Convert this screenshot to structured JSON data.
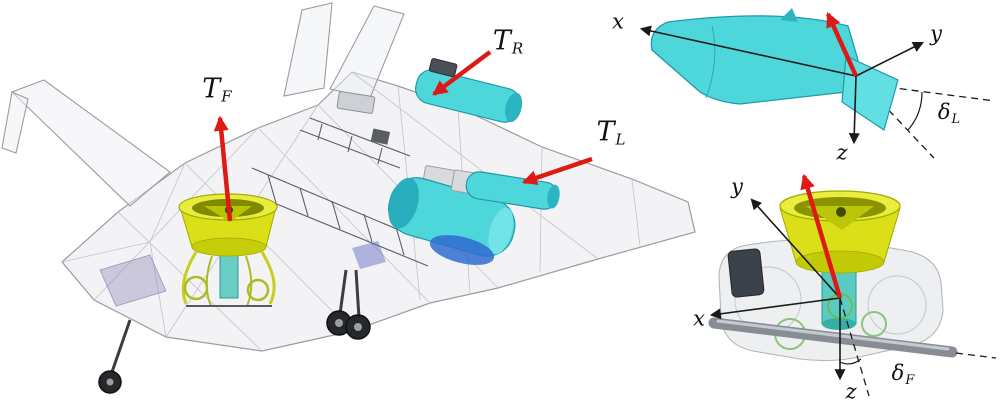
{
  "colors": {
    "thrust_arrow": "#dd1a15",
    "axis_line": "#1a1a1a",
    "component_cyan": "#4ed7db",
    "component_cyan_dark": "#1f9aa8",
    "mech_yellow": "#dbdf17",
    "mech_yellow_dark": "#a2aa00",
    "wireframe_gray": "#9b9ca4",
    "background": "#ffffff"
  },
  "aircraft": {
    "thrust": {
      "front": {
        "main": "T",
        "sub": "F"
      },
      "rear_right": {
        "main": "T",
        "sub": "R"
      },
      "left": {
        "main": "T",
        "sub": "L"
      }
    }
  },
  "nacelle_detail": {
    "axes": {
      "x": "x",
      "y": "y",
      "z": "z"
    },
    "deflection": {
      "main": "δ",
      "sub": "L"
    }
  },
  "rotor_detail": {
    "axes": {
      "x": "x",
      "y": "y",
      "z": "z"
    },
    "deflection": {
      "main": "δ",
      "sub": "F"
    }
  }
}
